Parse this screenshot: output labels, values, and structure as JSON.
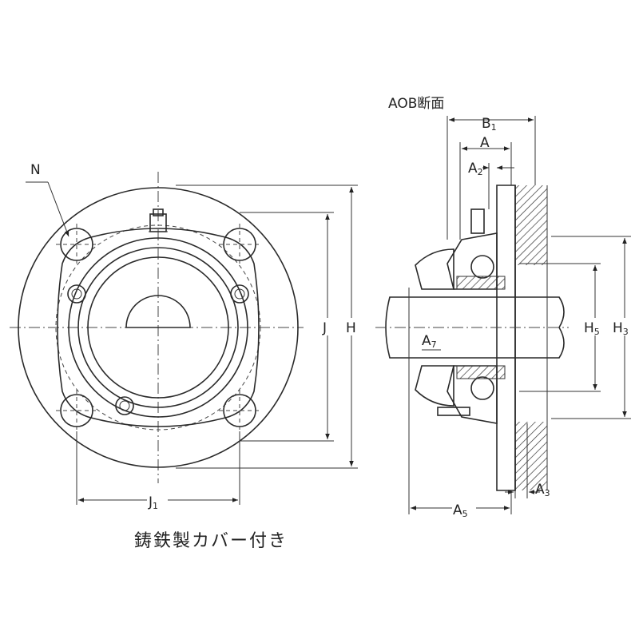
{
  "front_view": {
    "labels": {
      "N": "N",
      "J": "J",
      "H": "H",
      "J1_main": "J",
      "J1_sub": "1"
    }
  },
  "section_view": {
    "title": "AOB断面",
    "labels": {
      "B1_main": "B",
      "B1_sub": "1",
      "A": "A",
      "A2_main": "A",
      "A2_sub": "2",
      "A7_main": "A",
      "A7_sub": "7",
      "H5_main": "H",
      "H5_sub": "5",
      "H3_main": "H",
      "H3_sub": "3",
      "A3_main": "A",
      "A3_sub": "3",
      "A5_main": "A",
      "A5_sub": "5"
    }
  },
  "caption": "鋳鉄製カバー付き"
}
